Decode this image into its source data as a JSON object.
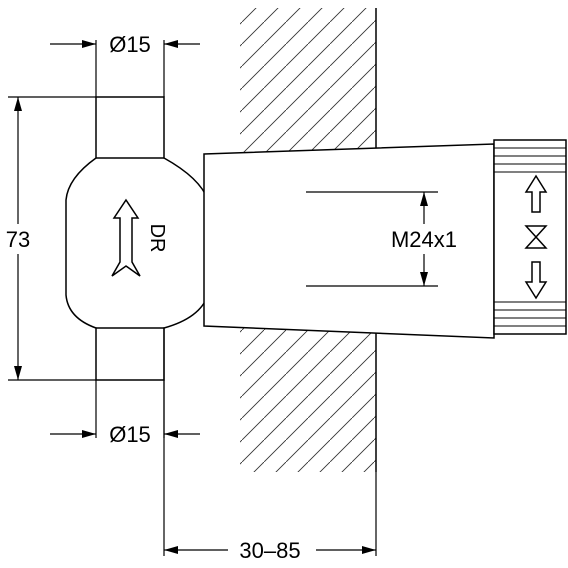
{
  "diagram": {
    "dimensions": {
      "top_diameter": "Ø15",
      "bottom_diameter": "Ø15",
      "height": "73",
      "thread": "M24x1",
      "wall_range": "30–85"
    },
    "body_marking": "DR",
    "icons": [
      "flow-direction-arrow",
      "up-arrow",
      "valve-symbol",
      "down-arrow"
    ]
  }
}
